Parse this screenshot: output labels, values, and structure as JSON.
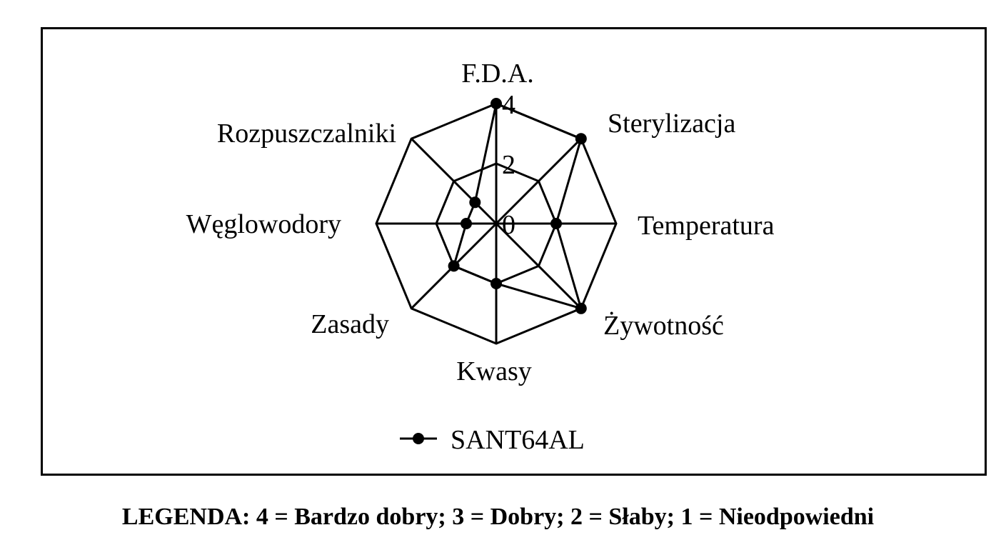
{
  "chart_data": {
    "type": "radar",
    "axes": [
      "F.D.A.",
      "Sterylizacja",
      "Temperatura",
      "Żywotność",
      "Kwasy",
      "Zasady",
      "Węglowodory",
      "Rozpuszczalniki"
    ],
    "tick_labels": [
      "0",
      "2",
      "4"
    ],
    "rlim": [
      0,
      4
    ],
    "series": [
      {
        "name": "SANT64AL",
        "values": [
          4,
          4,
          2,
          4,
          2,
          2,
          1,
          1
        ]
      }
    ],
    "line_color": "#000000",
    "marker_color": "#000000",
    "legend_position": "bottom"
  },
  "footer": {
    "text": "LEGENDA: 4 = Bardzo dobry;  3 = Dobry;  2 = Słaby;  1 = Nieodpowiedni"
  }
}
